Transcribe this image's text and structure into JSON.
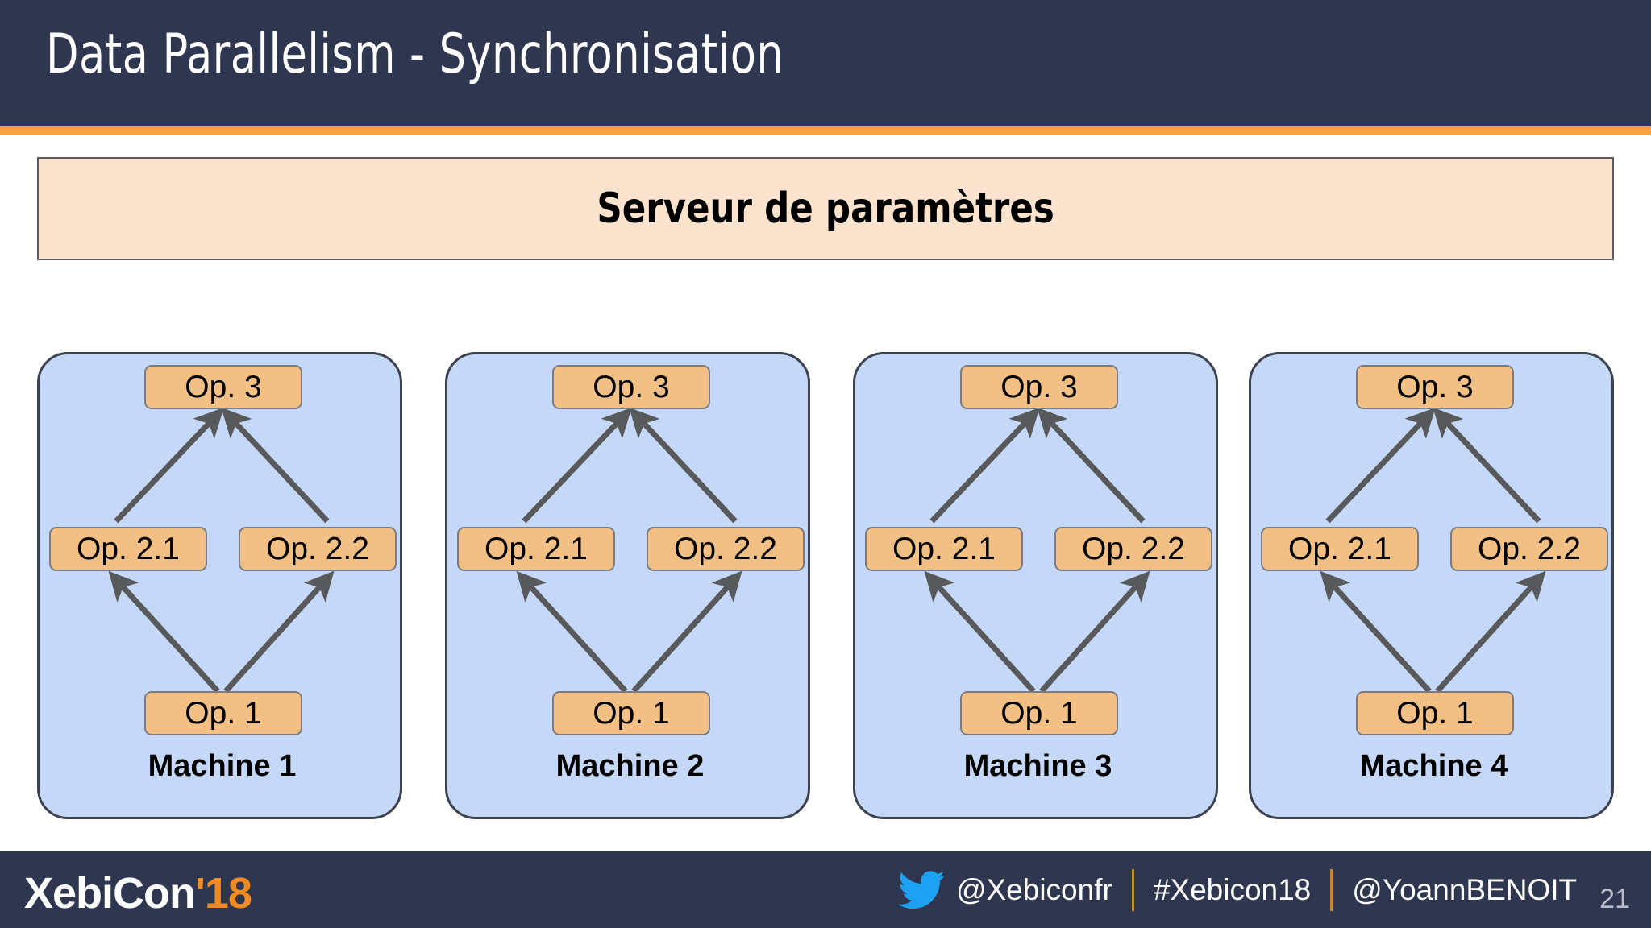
{
  "slide": {
    "title": "Data Parallelism - Synchronisation",
    "page_number": "21"
  },
  "colors": {
    "header_bg": "#2e374f",
    "accent_orange": "#f9a23f",
    "banner_bg": "#fbe3cd",
    "panel_bg": "#c6d8f7",
    "node_bg": "#f2c085",
    "arrow": "#58595b",
    "twitter_blue": "#1da1f2",
    "page_number": "#b8bdc9"
  },
  "parameter_server": {
    "label": "Serveur de paramètres"
  },
  "machines": [
    {
      "label": "Machine 1",
      "nodes": {
        "top": "Op. 3",
        "left": "Op. 2.1",
        "right": "Op. 2.2",
        "bottom": "Op. 1"
      }
    },
    {
      "label": "Machine 2",
      "nodes": {
        "top": "Op. 3",
        "left": "Op. 2.1",
        "right": "Op. 2.2",
        "bottom": "Op. 1"
      }
    },
    {
      "label": "Machine 3",
      "nodes": {
        "top": "Op. 3",
        "left": "Op. 2.1",
        "right": "Op. 2.2",
        "bottom": "Op. 1"
      }
    },
    {
      "label": "Machine 4",
      "nodes": {
        "top": "Op. 3",
        "left": "Op. 2.1",
        "right": "Op. 2.2",
        "bottom": "Op. 1"
      }
    }
  ],
  "graph_edges": [
    {
      "from": "Op. 1",
      "to": "Op. 2.1"
    },
    {
      "from": "Op. 1",
      "to": "Op. 2.2"
    },
    {
      "from": "Op. 2.1",
      "to": "Op. 3"
    },
    {
      "from": "Op. 2.2",
      "to": "Op. 3"
    }
  ],
  "footer": {
    "logo_main": "XebiCon",
    "logo_year": "'18",
    "twitter_handle": "@Xebiconfr",
    "hashtag": "#Xebicon18",
    "speaker_handle": "@YoannBENOIT"
  }
}
